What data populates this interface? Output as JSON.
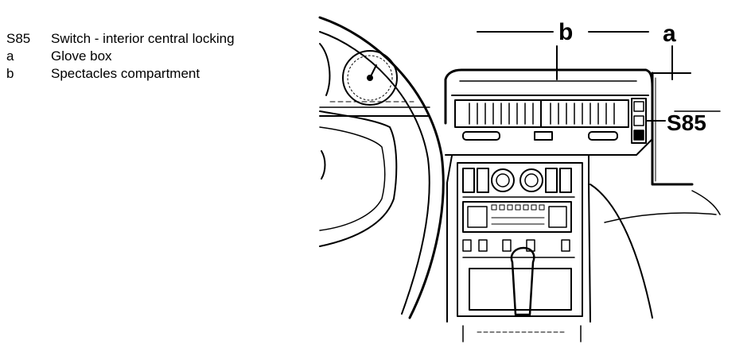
{
  "legend": [
    {
      "code": "S85",
      "text": "Switch - interior central locking"
    },
    {
      "code": "a",
      "text": "Glove box"
    },
    {
      "code": "b",
      "text": "Spectacles compartment"
    }
  ],
  "callouts": {
    "a": "a",
    "b": "b",
    "s85": "S85"
  },
  "colors": {
    "ink": "#000000",
    "paper": "#ffffff"
  }
}
